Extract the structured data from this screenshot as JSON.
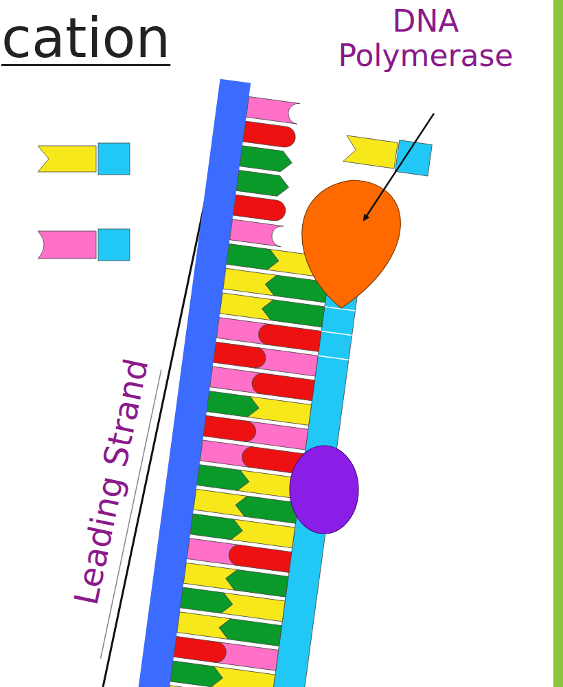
{
  "diagram": {
    "title": "cation",
    "labels": [
      "DNA Polymerase",
      "Leading Strand"
    ]
  }
}
